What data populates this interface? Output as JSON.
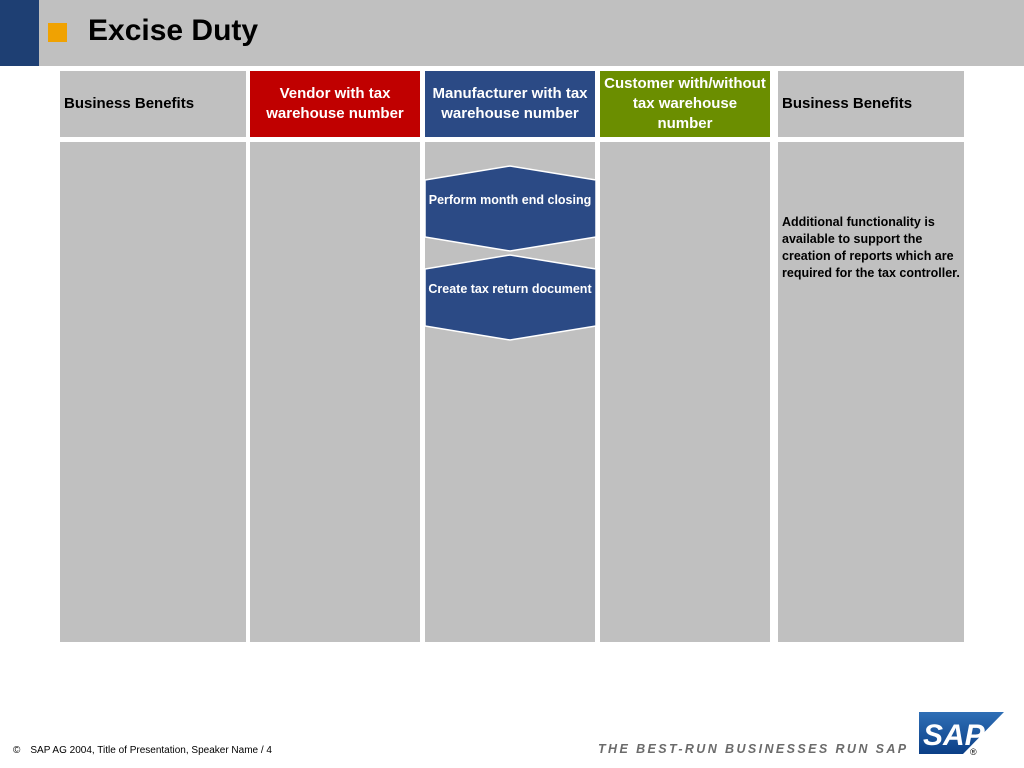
{
  "header": {
    "title": "Excise Duty",
    "colors": {
      "band": "#c0c0c0",
      "left_block": "#1e3f73",
      "square": "#f0a202"
    }
  },
  "columns": [
    {
      "label": "Business Benefits",
      "color": "#c0c0c0"
    },
    {
      "label": "Vendor with tax warehouse number",
      "color": "#c00000"
    },
    {
      "label": "Manufacturer with tax warehouse number",
      "color": "#2b4a85"
    },
    {
      "label": "Customer with/without tax warehouse number",
      "color": "#6b8e00"
    },
    {
      "label": "Business Benefits",
      "color": "#c0c0c0"
    }
  ],
  "process_steps": [
    {
      "label": "Perform month end closing",
      "lane": "Manufacturer with tax warehouse number",
      "color": "#2b4a85"
    },
    {
      "label": "Create tax return document",
      "lane": "Manufacturer with tax warehouse number",
      "color": "#2b4a85"
    }
  ],
  "benefits_right": "Additional functionality is available to support the creation of reports which are required for the tax controller.",
  "footer": {
    "copyright_symbol": "©",
    "copyright": "SAP AG 2004, Title of Presentation, Speaker Name / 4",
    "tagline": "THE BEST-RUN BUSINESSES RUN SAP",
    "logo_text": "SAP",
    "logo_registered": "®"
  }
}
